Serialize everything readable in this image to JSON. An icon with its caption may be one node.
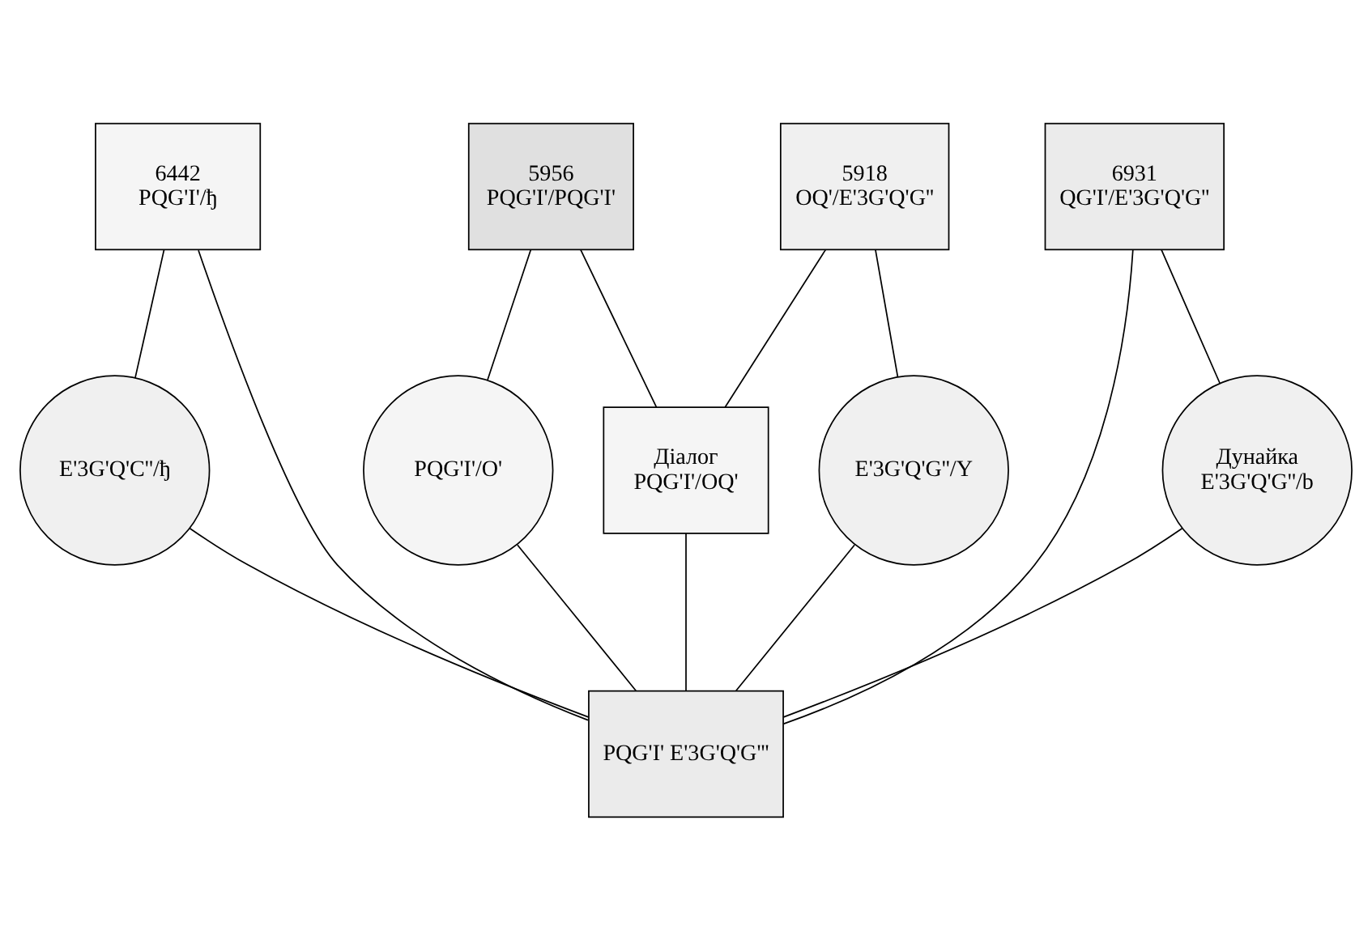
{
  "diagram": {
    "nodes": [
      {
        "text": [
          "5956",
          "PQG'I'/PQG'I'"
        ]
      },
      {
        "text": [
          "5918",
          "OQ'/E'3G'Q'G''"
        ]
      },
      {
        "text": [
          "6442",
          "PQG'I'/ђ"
        ]
      },
      {
        "text": [
          "6931",
          "QG'I'/E'3G'Q'G''"
        ]
      },
      {
        "text": [
          "Діалог",
          "PQG'I'/OQ'"
        ]
      },
      {
        "text": [
          "PQG'I'/O'"
        ]
      },
      {
        "text": [
          "E'3G'Q'G''/Y"
        ]
      },
      {
        "text": [
          "E'3G'Q'C''/ђ"
        ]
      },
      {
        "text": [
          "Дунайка",
          "E'3G'Q'G''/b"
        ]
      },
      {
        "text": [
          "PQG'I' E'3G'Q'G'''"
        ]
      }
    ],
    "edges": [
      {
        "from": 0,
        "to": 4,
        "arrow": "none"
      },
      {
        "from": 1,
        "to": 4,
        "arrow": "none"
      },
      {
        "from": 0,
        "to": 5,
        "arrow": "none"
      },
      {
        "from": 1,
        "to": 6,
        "arrow": "none"
      },
      {
        "from": 2,
        "to": 7,
        "arrow": "none"
      },
      {
        "from": 3,
        "to": 8,
        "arrow": "none"
      },
      {
        "from": 4,
        "to": 9,
        "arrow": "none"
      },
      {
        "from": 5,
        "to": 9,
        "arrow": "none"
      },
      {
        "from": 6,
        "to": 9,
        "arrow": "none"
      },
      {
        "from": 2,
        "to": 9,
        "arrow": "none"
      },
      {
        "from": 7,
        "to": 9,
        "arrow": "none"
      },
      {
        "from": 3,
        "to": 9,
        "arrow": "none"
      },
      {
        "from": 8,
        "to": 9,
        "arrow": "none"
      }
    ]
  }
}
